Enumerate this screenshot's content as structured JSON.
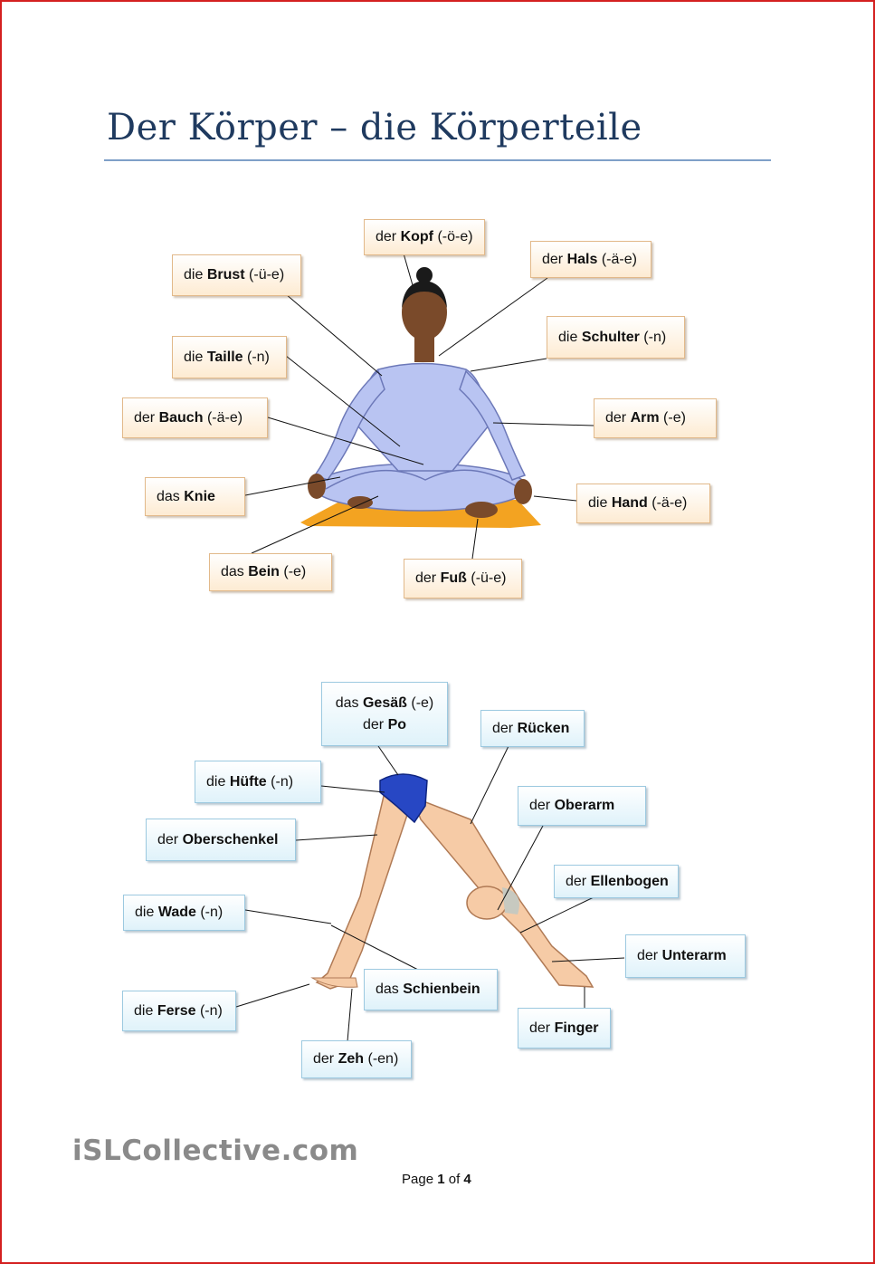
{
  "document": {
    "title": "Der Körper – die Körperteile",
    "watermark": "iSLCollective.com",
    "page": {
      "prefix": "Page",
      "current": "1",
      "separator": "of",
      "total": "4"
    }
  },
  "labels_sitting": {
    "kopf": {
      "article": "der",
      "word": "Kopf",
      "plural": "(-ö-e)"
    },
    "hals": {
      "article": "der",
      "word": "Hals",
      "plural": "(-ä-e)"
    },
    "brust": {
      "article": "die",
      "word": "Brust",
      "plural": "(-ü-e)"
    },
    "schulter": {
      "article": "die",
      "word": "Schulter",
      "plural": "(-n)"
    },
    "taille": {
      "article": "die",
      "word": "Taille",
      "plural": "(-n)"
    },
    "bauch": {
      "article": "der",
      "word": "Bauch",
      "plural": "(-ä-e)"
    },
    "arm": {
      "article": "der",
      "word": "Arm",
      "plural": "(-e)"
    },
    "knie": {
      "article": "das",
      "word": "Knie",
      "plural": ""
    },
    "hand": {
      "article": "die",
      "word": "Hand",
      "plural": "(-ä-e)"
    },
    "bein": {
      "article": "das",
      "word": "Bein",
      "plural": "(-e)"
    },
    "fuss": {
      "article": "der",
      "word": "Fuß",
      "plural": "(-ü-e)"
    }
  },
  "labels_stretching": {
    "gesaess": {
      "article": "das",
      "word": "Gesäß",
      "plural": "(-e)",
      "article2": "der",
      "word2": "Po"
    },
    "ruecken": {
      "article": "der",
      "word": "Rücken",
      "plural": ""
    },
    "huefte": {
      "article": "die",
      "word": "Hüfte",
      "plural": "(-n)"
    },
    "oberarm": {
      "article": "der",
      "word": "Oberarm",
      "plural": ""
    },
    "oberschenkel": {
      "article": "der",
      "word": "Oberschenkel",
      "plural": ""
    },
    "ellenbogen": {
      "article": "der",
      "word": "Ellenbogen",
      "plural": ""
    },
    "wade": {
      "article": "die",
      "word": "Wade",
      "plural": "(-n)"
    },
    "unterarm": {
      "article": "der",
      "word": "Unterarm",
      "plural": ""
    },
    "schienbein": {
      "article": "das",
      "word": "Schienbein",
      "plural": ""
    },
    "ferse": {
      "article": "die",
      "word": "Ferse",
      "plural": "(-n)"
    },
    "finger": {
      "article": "der",
      "word": "Finger",
      "plural": ""
    },
    "zeh": {
      "article": "der",
      "word": "Zeh",
      "plural": "(-en)"
    }
  },
  "colors": {
    "title": "#1f3a5f",
    "rule": "#7fa0c8",
    "frame": "#d42020",
    "orange_box": "#fdebd2",
    "blue_box": "#dff2fa",
    "outfit_sitting": "#b9c4f2",
    "mat": "#f3a321",
    "skin_sitting": "#7a4a2a",
    "skin_stretching": "#f6cba6",
    "shorts": "#2747c4"
  },
  "illustrations": {
    "sitting": "woman-meditating-icon",
    "stretching": "man-downward-dog-icon"
  }
}
